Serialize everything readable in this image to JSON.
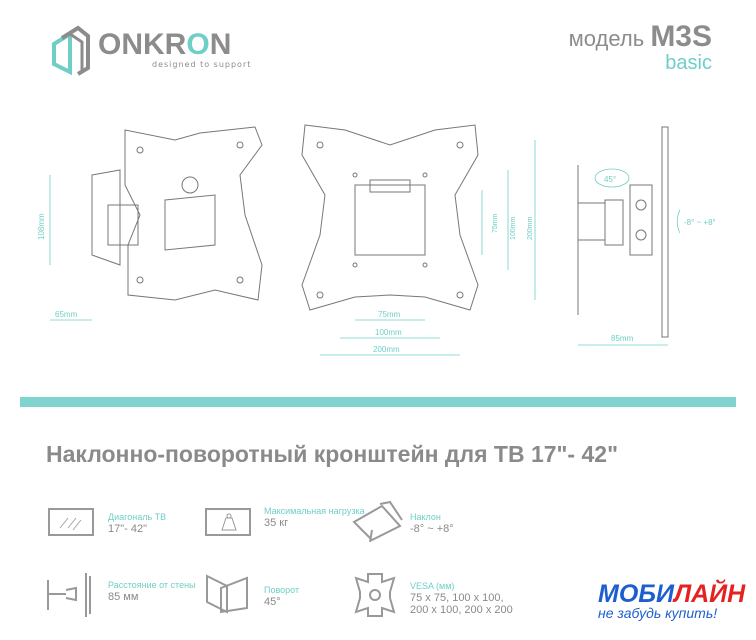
{
  "brand": {
    "name_part1": "ONKR",
    "name_o": "O",
    "name_part2": "N",
    "tagline": "designed to support"
  },
  "model": {
    "prefix": "модель",
    "code": "M3S",
    "edition": "basic"
  },
  "drawings": {
    "side_left": {
      "height": "108mm",
      "depth": "65mm"
    },
    "front": {
      "d75v": "75mm",
      "d100v": "100mm",
      "d200v": "200mm",
      "d75h": "75mm",
      "d100h": "100mm",
      "d200h": "200mm"
    },
    "side_right": {
      "swivel": "45°",
      "tilt": "-8° ~ +8°",
      "depth": "85mm"
    }
  },
  "title": "Наклонно-поворотный кронштейн для ТВ 17\"- 42\"",
  "features": [
    {
      "icon": "tv-icon",
      "label": "Диагональ ТВ",
      "value": "17\"- 42\""
    },
    {
      "icon": "weight-icon",
      "label": "Максимальная нагрузка",
      "value": "35 кг"
    },
    {
      "icon": "tilt-icon",
      "label": "Наклон",
      "value": "-8° ~ +8°"
    },
    {
      "icon": "wall-distance-icon",
      "label": "Расстояние от стены",
      "value": "85 мм"
    },
    {
      "icon": "swivel-icon",
      "label": "Поворот",
      "value": "45°"
    },
    {
      "icon": "vesa-icon",
      "label": "VESA (мм)",
      "value": "75 x 75, 100 x 100, 200 x 100, 200 x 200"
    }
  ],
  "retailer": {
    "name_blue": "МОБИ",
    "name_red": "ЛАЙН",
    "slogan": "не забудь купить!"
  },
  "colors": {
    "accent": "#7fd5cd",
    "gray": "#8a8a8a"
  }
}
